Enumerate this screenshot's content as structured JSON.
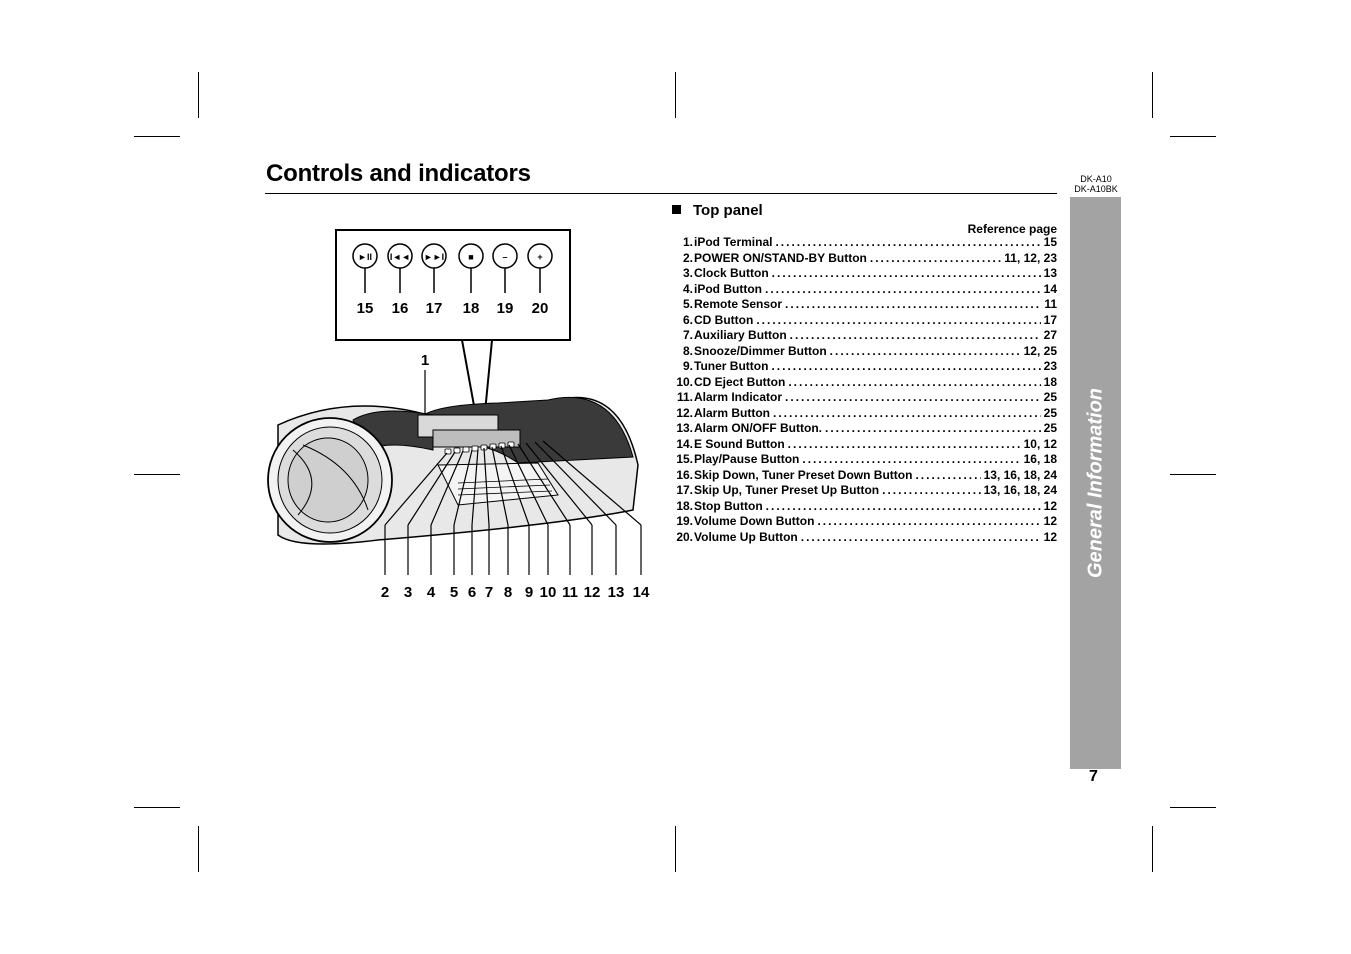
{
  "header": {
    "title": "Controls and indicators",
    "model_line1": "DK-A10",
    "model_line2": "DK-A10BK"
  },
  "side_tab": {
    "label": "General Information"
  },
  "page_number": "7",
  "section": {
    "title": "Top panel",
    "reference_header": "Reference page"
  },
  "reference_items": [
    {
      "num": "1.",
      "label": "iPod Terminal",
      "pages": "15"
    },
    {
      "num": "2.",
      "label": "POWER ON/STAND-BY Button",
      "pages": "11, 12, 23"
    },
    {
      "num": "3.",
      "label": "Clock Button",
      "pages": "13"
    },
    {
      "num": "4.",
      "label": "iPod Button",
      "pages": "14"
    },
    {
      "num": "5.",
      "label": "Remote Sensor",
      "pages": "11"
    },
    {
      "num": "6.",
      "label": "CD Button",
      "pages": "17"
    },
    {
      "num": "7.",
      "label": "Auxiliary Button",
      "pages": "27"
    },
    {
      "num": "8.",
      "label": "Snooze/Dimmer Button",
      "pages": "12, 25"
    },
    {
      "num": "9.",
      "label": "Tuner Button",
      "pages": "23"
    },
    {
      "num": "10.",
      "label": "CD Eject Button",
      "pages": "18"
    },
    {
      "num": "11.",
      "label": "Alarm Indicator",
      "pages": "25"
    },
    {
      "num": "12.",
      "label": "Alarm Button",
      "pages": "25"
    },
    {
      "num": "13.",
      "label": "Alarm ON/OFF Button.",
      "pages": "25"
    },
    {
      "num": "14.",
      "label": "E Sound Button",
      "pages": "10, 12"
    },
    {
      "num": "15.",
      "label": "Play/Pause Button",
      "pages": "16, 18"
    },
    {
      "num": "16.",
      "label": "Skip Down, Tuner Preset Down Button",
      "pages": "13, 16, 18, 24"
    },
    {
      "num": "17.",
      "label": "Skip Up, Tuner Preset Up Button",
      "pages": "13, 16, 18, 24"
    },
    {
      "num": "18.",
      "label": "Stop Button",
      "pages": "12"
    },
    {
      "num": "19.",
      "label": "Volume Down Button",
      "pages": "12"
    },
    {
      "num": "20.",
      "label": "Volume Up Button",
      "pages": "12"
    }
  ],
  "diagram": {
    "inset_buttons": [
      {
        "icon": "play-pause-icon",
        "glyph": "►II",
        "callout": "15"
      },
      {
        "icon": "skip-back-icon",
        "glyph": "I◄◄",
        "callout": "16"
      },
      {
        "icon": "skip-forward-icon",
        "glyph": "►►I",
        "callout": "17"
      },
      {
        "icon": "stop-icon",
        "glyph": "■",
        "callout": "18"
      },
      {
        "icon": "minus-icon",
        "glyph": "–",
        "callout": "19"
      },
      {
        "icon": "plus-icon",
        "glyph": "+",
        "callout": "20"
      }
    ],
    "top_callout": "1",
    "bottom_callouts": [
      "2",
      "3",
      "4",
      "5",
      "6",
      "7",
      "8",
      "9",
      "10",
      "11",
      "12",
      "13",
      "14"
    ]
  }
}
